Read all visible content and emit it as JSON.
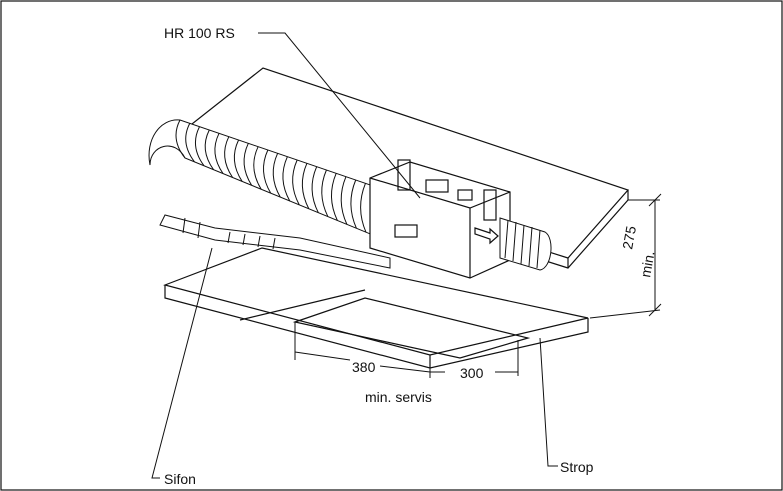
{
  "labels": {
    "model": "HR 100 RS",
    "sifon": "Sifon",
    "strop": "Strop",
    "dim_height_value": "275",
    "dim_height_unit": "min.",
    "dim_width_left": "380",
    "dim_width_right": "300",
    "service_note": "min. servis"
  },
  "colors": {
    "line": "#111111",
    "background": "#ffffff"
  }
}
